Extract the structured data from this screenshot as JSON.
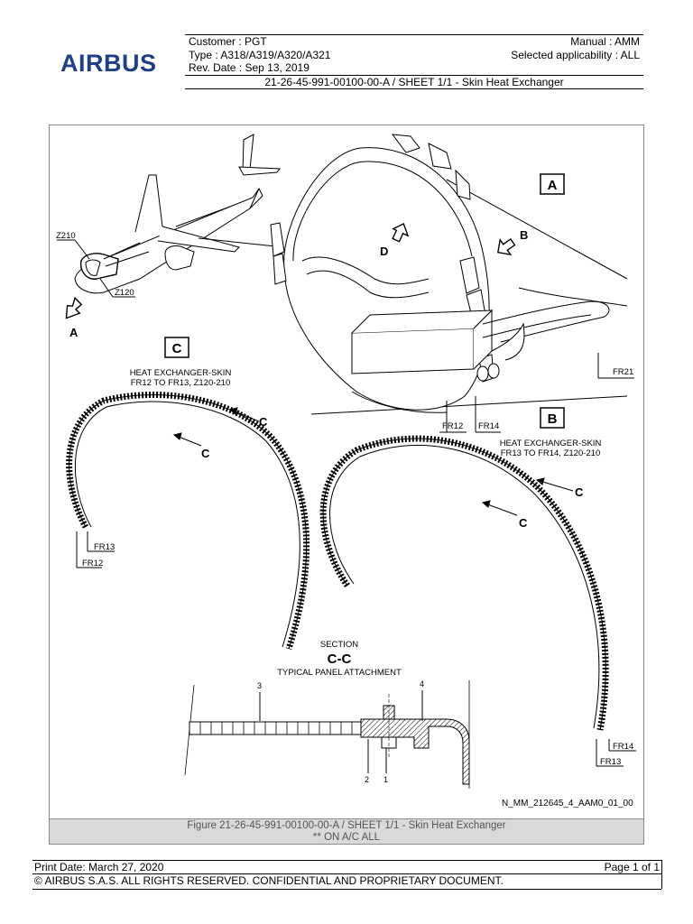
{
  "logo": {
    "text": "AIRBUS",
    "color": "#1f3f86"
  },
  "header": {
    "customer": "Customer : PGT",
    "type": "Type : A318/A319/A320/A321",
    "rev_date": "Rev. Date : Sep 13, 2019",
    "manual": "Manual : AMM",
    "applicability": "Selected applicability : ALL",
    "sheet_title": "21-26-45-991-00100-00-A / SHEET 1/1 - Skin Heat Exchanger"
  },
  "figure": {
    "labels": {
      "z210": "Z210",
      "z120": "Z120",
      "view_a": "A",
      "arrow_a": "A",
      "arrow_b": "B",
      "arrow_d": "D",
      "view_b": "B",
      "view_c": "C",
      "c1": "C",
      "c2": "C",
      "c3": "C",
      "c4": "C",
      "fr12_top": "FR12",
      "fr14_top": "FR14",
      "fr21": "FR21",
      "fr13_c": "FR13",
      "fr12_c": "FR12",
      "fr14_b": "FR14",
      "fr13_b": "FR13",
      "hx_c_1": "HEAT EXCHANGER-SKIN",
      "hx_c_2": "FR12 TO FR13, Z120-210",
      "hx_b_1": "HEAT EXCHANGER-SKIN",
      "hx_b_2": "FR13 TO FR14, Z120-210",
      "section": "SECTION",
      "section_cc": "C-C",
      "typical": "TYPICAL PANEL ATTACHMENT",
      "item3": "3",
      "item4": "4",
      "item2": "2",
      "item1": "1"
    },
    "reference": "N_MM_212645_4_AAM0_01_00",
    "caption_1": "Figure 21-26-45-991-00100-00-A / SHEET 1/1 - Skin Heat Exchanger",
    "caption_2": "** ON A/C ALL"
  },
  "footer": {
    "print_date": "Print Date: March 27, 2020",
    "page": "Page 1 of 1",
    "copyright": "© AIRBUS S.A.S. ALL RIGHTS RESERVED. CONFIDENTIAL AND PROPRIETARY DOCUMENT."
  }
}
